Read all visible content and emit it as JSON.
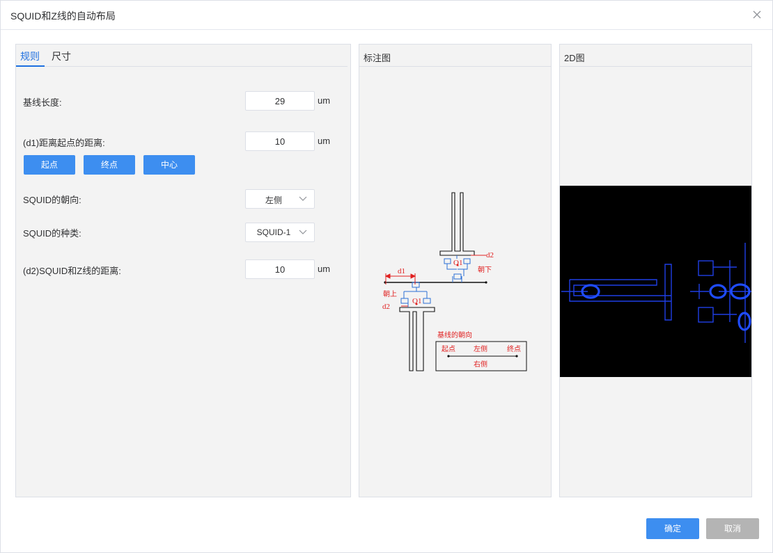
{
  "dialog": {
    "title": "SQUID和Z线的自动布局"
  },
  "tabs": [
    {
      "label": "规则",
      "active": true
    },
    {
      "label": "尺寸",
      "active": false
    }
  ],
  "form": {
    "baseline_length": {
      "label": "基线长度:",
      "value": "29",
      "unit": "um"
    },
    "d1_distance": {
      "label": "(d1)距离起点的距离:",
      "value": "10",
      "unit": "um"
    },
    "origin_buttons": [
      "起点",
      "终点",
      "中心"
    ],
    "squid_direction": {
      "label": "SQUID的朝向:",
      "value": "左侧"
    },
    "squid_type": {
      "label": "SQUID的种类:",
      "value": "SQUID-1"
    },
    "d2_distance": {
      "label": "(d2)SQUID和Z线的距离:",
      "value": "10",
      "unit": "um"
    }
  },
  "annotation_panel": {
    "title": "标注图",
    "labels": {
      "d1": "d1",
      "d2_top": "d2",
      "d2_bottom": "d2",
      "q1_top": "Q1",
      "q1_bottom": "Q1",
      "down": "朝下",
      "up": "朝上",
      "baseline_direction": "基线的朝向",
      "start": "起点",
      "left": "左侧",
      "end": "终点",
      "right": "右侧"
    }
  },
  "preview_panel": {
    "title": "2D图"
  },
  "footer": {
    "ok_label": "确定",
    "cancel_label": "取消"
  },
  "colors": {
    "accent": "#3d8ef0",
    "tab_active": "#1e6fe0",
    "cancel_bg": "#b4b4b4",
    "annotation_red": "#e02020",
    "annotation_blue": "#2b6fd6",
    "preview_stroke": "#1f3fe6"
  },
  "icons": {
    "close": "close-icon",
    "select_arrow": "chevron-down-icon"
  }
}
